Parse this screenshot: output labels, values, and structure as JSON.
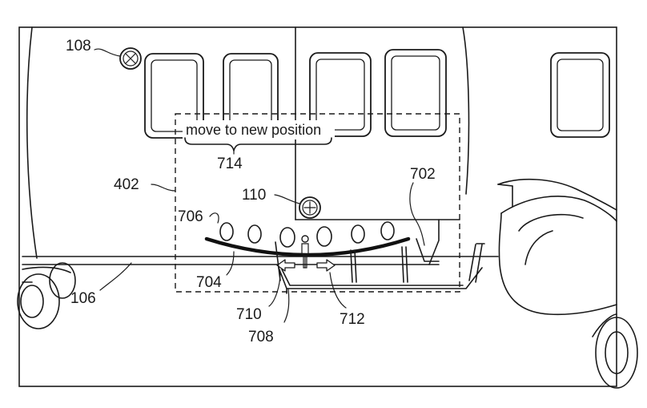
{
  "labels": {
    "ref_108": "108",
    "ref_110": "110",
    "ref_402": "402",
    "ref_702": "702",
    "ref_704": "704",
    "ref_706": "706",
    "ref_708": "708",
    "ref_710": "710",
    "ref_712": "712",
    "ref_714": "714",
    "ref_106": "106"
  },
  "caption": "move to new position",
  "icons": {
    "marker_108": "marker-icon",
    "marker_110": "marker-icon",
    "left_arrow": "arrow-left-icon",
    "right_arrow": "arrow-right-icon",
    "person": "person-icon"
  }
}
